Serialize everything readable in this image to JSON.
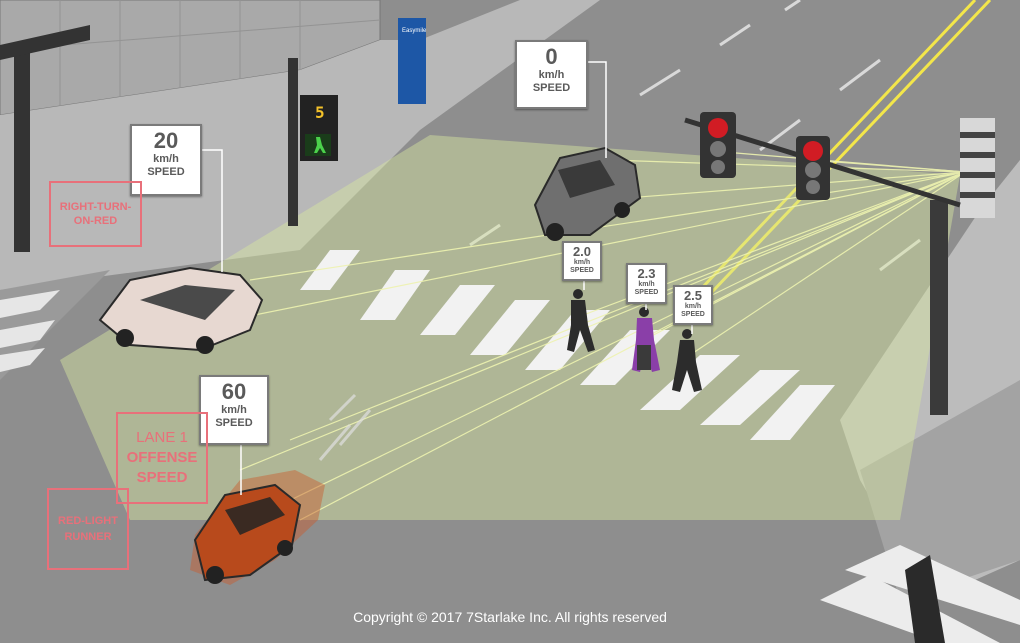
{
  "scene": {
    "colors": {
      "road": "#8e8e8e",
      "sidewalk": "#bdbdbd",
      "building": "#a8a8a8",
      "beam": "#e6f0a0",
      "violation": "#e8707a",
      "yellow_line": "#f3e64a"
    },
    "street_sign": "Easymile",
    "ped_signal_count": "5",
    "speed_labels": {
      "far_car": {
        "value": "0",
        "unit": "km/h",
        "label": "SPEED"
      },
      "white_car": {
        "value": "20",
        "unit": "km/h",
        "label": "SPEED"
      },
      "red_car": {
        "value": "60",
        "unit": "km/h",
        "label": "SPEED"
      },
      "ped_1": {
        "value": "2.0",
        "unit": "km/h",
        "label": "SPEED"
      },
      "ped_2": {
        "value": "2.3",
        "unit": "km/h",
        "label": "SPEED"
      },
      "ped_3": {
        "value": "2.5",
        "unit": "km/h",
        "label": "SPEED"
      }
    },
    "violations": {
      "right_turn": [
        "RIGHT-TURN-",
        "ON-RED"
      ],
      "lane_offense": [
        "LANE 1",
        "OFFENSE",
        "SPEED"
      ],
      "red_light": [
        "RED-LIGHT",
        "RUNNER"
      ]
    },
    "copyright": "Copyright © 2017 7Starlake Inc. All rights reserved"
  }
}
